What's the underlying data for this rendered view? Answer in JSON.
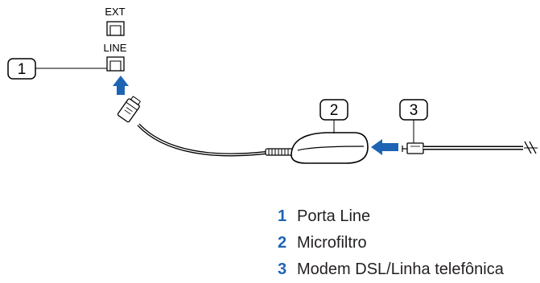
{
  "ports": {
    "ext_label": "EXT",
    "line_label": "LINE"
  },
  "callouts": [
    "1",
    "2",
    "3"
  ],
  "legend": [
    {
      "num": "1",
      "text": "Porta Line"
    },
    {
      "num": "2",
      "text": "Microfiltro"
    },
    {
      "num": "3",
      "text": "Modem DSL/Linha telefônica"
    }
  ],
  "colors": {
    "arrow": "#1e64b4",
    "legend_number": "#1e64b4",
    "line": "#000000"
  }
}
